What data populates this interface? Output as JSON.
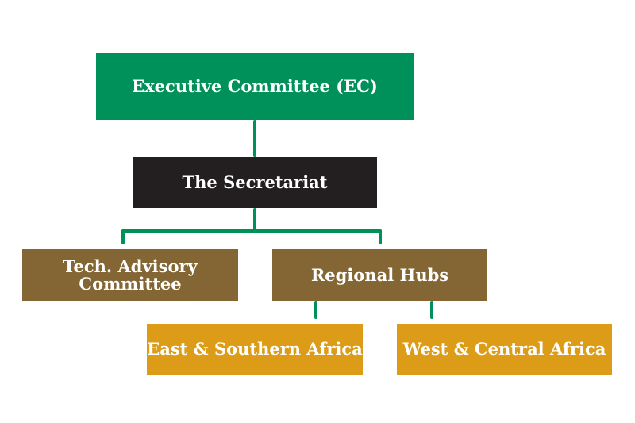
{
  "diagram": {
    "executive": "Executive Committee (EC)",
    "secretariat": "The Secretariat",
    "tech_advisory_line1": "Tech. Advisory",
    "tech_advisory_line2": "Committee",
    "regional_hubs": "Regional Hubs",
    "east_southern": "East & Southern Africa",
    "west_central": "West & Central Africa"
  },
  "colors": {
    "connector": "#00915a",
    "executive": "#00915a",
    "secretariat": "#231f20",
    "level2": "#836633",
    "level3": "#dc9c17"
  }
}
